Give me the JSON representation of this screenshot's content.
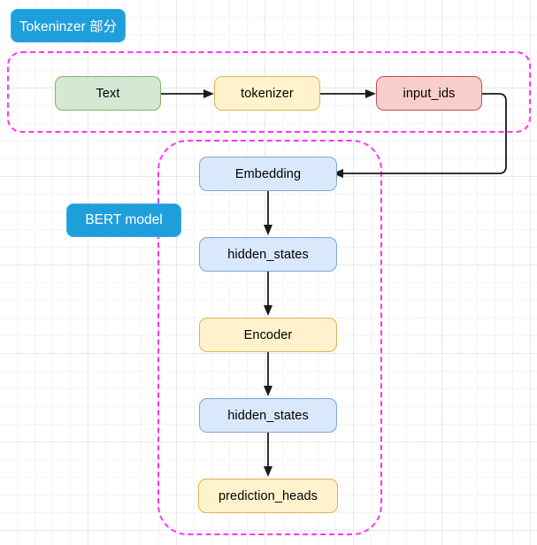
{
  "diagram": {
    "title": "BERT model pipeline flowchart",
    "background": "#ffffff",
    "grid": true,
    "groups": [
      {
        "id": "tokenizer-group",
        "label": "Tokeninzer 部分",
        "label_color": "#1e9fdc",
        "border_color": "#ff33ff",
        "border_style": "dashed"
      },
      {
        "id": "bert-group",
        "label": "BERT model",
        "label_color": "#1e9fdc",
        "border_color": "#ff33ff",
        "border_style": "dashed"
      }
    ],
    "nodes": [
      {
        "id": "text",
        "label": "Text",
        "fill": "#d5e8d4",
        "stroke": "#82b366"
      },
      {
        "id": "tokenizer",
        "label": "tokenizer",
        "fill": "#fff2cc",
        "stroke": "#d6b656"
      },
      {
        "id": "input_ids",
        "label": "input_ids",
        "fill": "#f8cecc",
        "stroke": "#b85450"
      },
      {
        "id": "embedding",
        "label": "Embedding",
        "fill": "#dae8fc",
        "stroke": "#7ea6d9"
      },
      {
        "id": "hidden_states_1",
        "label": "hidden_states",
        "fill": "#dae8fc",
        "stroke": "#7ea6d9"
      },
      {
        "id": "encoder",
        "label": "Encoder",
        "fill": "#fff2cc",
        "stroke": "#d6b656"
      },
      {
        "id": "hidden_states_2",
        "label": "hidden_states",
        "fill": "#dae8fc",
        "stroke": "#7ea6d9"
      },
      {
        "id": "prediction_heads",
        "label": "prediction_heads",
        "fill": "#fff2cc",
        "stroke": "#d6b656"
      }
    ],
    "edges": [
      {
        "from": "text",
        "to": "tokenizer",
        "style": "straight-right"
      },
      {
        "from": "tokenizer",
        "to": "input_ids",
        "style": "straight-right"
      },
      {
        "from": "input_ids",
        "to": "embedding",
        "style": "elbow-right-down-left"
      },
      {
        "from": "embedding",
        "to": "hidden_states_1",
        "style": "straight-down"
      },
      {
        "from": "hidden_states_1",
        "to": "encoder",
        "style": "straight-down"
      },
      {
        "from": "encoder",
        "to": "hidden_states_2",
        "style": "straight-down"
      },
      {
        "from": "hidden_states_2",
        "to": "prediction_heads",
        "style": "straight-down"
      }
    ],
    "edge_color": "#1a1a1a"
  }
}
